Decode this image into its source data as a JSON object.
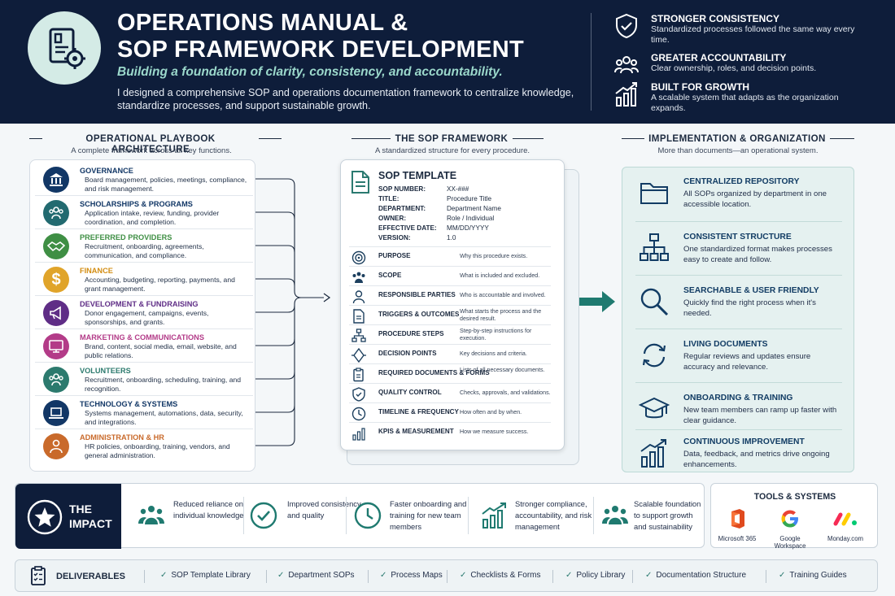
{
  "header": {
    "title_line1": "Operations Manual &",
    "title_line2": "SOP Framework Development",
    "tagline": "Building a foundation of clarity, consistency, and accountability.",
    "description": "I designed a comprehensive SOP and operations documentation framework to centralize knowledge, standardize processes, and support sustainable growth.",
    "benefits": [
      {
        "icon": "shield-check-icon",
        "title": "Stronger Consistency",
        "desc": "Standardized processes followed the same way every time."
      },
      {
        "icon": "people-group-icon",
        "title": "Greater Accountability",
        "desc": "Clear ownership, roles, and decision points."
      },
      {
        "icon": "growth-chart-icon",
        "title": "Built for Growth",
        "desc": "A scalable system that adapts as the organization expands."
      }
    ]
  },
  "architecture": {
    "title": "Operational Playbook Architecture",
    "subtitle": "A complete framework across all key functions.",
    "items": [
      {
        "icon": "bank-icon",
        "color": "#123766",
        "title": "Governance",
        "desc": "Board management, policies, meetings, compliance, and risk management."
      },
      {
        "icon": "people-icon",
        "color": "#226a70",
        "title": "Scholarships & Programs",
        "desc": "Application intake, review, funding, provider coordination, and completion."
      },
      {
        "icon": "handshake-icon",
        "color": "#3f8f44",
        "title": "Preferred Providers",
        "desc": "Recruitment, onboarding, agreements, communication, and compliance."
      },
      {
        "icon": "dollar-icon",
        "color": "#e0a42a",
        "title": "Finance",
        "desc": "Accounting, budgeting, reporting, payments, and grant management."
      },
      {
        "icon": "megaphone-icon",
        "color": "#5f2d86",
        "title": "Development & Fundraising",
        "desc": "Donor engagement, campaigns, events, sponsorships, and grants."
      },
      {
        "icon": "monitor-icon",
        "color": "#b33b88",
        "title": "Marketing & Communications",
        "desc": "Brand, content, social media, email, website, and public relations."
      },
      {
        "icon": "volunteers-icon",
        "color": "#2c7a6e",
        "title": "Volunteers",
        "desc": "Recruitment, onboarding, scheduling, training, and recognition."
      },
      {
        "icon": "laptop-icon",
        "color": "#123766",
        "title": "Technology & Systems",
        "desc": "Systems management, automations, data, security, and integrations."
      },
      {
        "icon": "person-icon",
        "color": "#c96a2b",
        "title": "Administration & HR",
        "desc": "HR policies, onboarding, training, vendors, and general administration."
      }
    ]
  },
  "sop": {
    "title": "The SOP Framework",
    "subtitle": "A standardized structure for every procedure.",
    "template_title": "SOP Template",
    "meta": [
      {
        "key": "SOP Number:",
        "value": "XX-###"
      },
      {
        "key": "Title:",
        "value": "Procedure Title"
      },
      {
        "key": "Department:",
        "value": "Department Name"
      },
      {
        "key": "Owner:",
        "value": "Role / Individual"
      },
      {
        "key": "Effective Date:",
        "value": "MM/DD/YYYY"
      },
      {
        "key": "Version:",
        "value": "1.0"
      }
    ],
    "sections": [
      {
        "icon": "target-icon",
        "title": "Purpose",
        "desc": "Why this procedure exists."
      },
      {
        "icon": "group-icon",
        "title": "Scope",
        "desc": "What is included and excluded."
      },
      {
        "icon": "user-icon",
        "title": "Responsible Parties",
        "desc": "Who is accountable and involved."
      },
      {
        "icon": "document-icon",
        "title": "Triggers & Outcomes",
        "desc": "What starts the process and the desired result."
      },
      {
        "icon": "flowchart-icon",
        "title": "Procedure Steps",
        "desc": "Step-by-step instructions for execution."
      },
      {
        "icon": "diamond-icon",
        "title": "Decision Points",
        "desc": "Key decisions and criteria."
      },
      {
        "icon": "clipboard-icon",
        "title": "Required Documents & Forms",
        "desc": "Lists of all necessary documents."
      },
      {
        "icon": "shield-icon",
        "title": "Quality Control",
        "desc": "Checks, approvals, and validations."
      },
      {
        "icon": "clock-icon",
        "title": "Timeline & Frequency",
        "desc": "How often and by when."
      },
      {
        "icon": "bar-chart-icon",
        "title": "KPIs & Measurement",
        "desc": "How we measure success."
      }
    ]
  },
  "implementation": {
    "title": "Implementation & Organization",
    "subtitle": "More than documents—an operational system.",
    "items": [
      {
        "icon": "folder-icon",
        "title": "Centralized Repository",
        "desc": "All SOPs organized by department in one accessible location."
      },
      {
        "icon": "hierarchy-icon",
        "title": "Consistent Structure",
        "desc": "One standardized format makes processes easy to create and follow."
      },
      {
        "icon": "search-icon",
        "title": "Searchable & User Friendly",
        "desc": "Quickly find the right process when it's needed."
      },
      {
        "icon": "refresh-icon",
        "title": "Living Documents",
        "desc": "Regular reviews and updates ensure accuracy and relevance."
      },
      {
        "icon": "graduation-cap-icon",
        "title": "Onboarding & Training",
        "desc": "New team members can ramp up faster with clear guidance."
      },
      {
        "icon": "growth-icon",
        "title": "Continuous Improvement",
        "desc": "Data, feedback, and metrics drive ongoing enhancements."
      }
    ]
  },
  "impact": {
    "label_line1": "The",
    "label_line2": "Impact",
    "items": [
      {
        "icon": "team-icon",
        "desc": "Reduced reliance on individual knowledge"
      },
      {
        "icon": "check-circle-icon",
        "desc": "Improved consistency and quality"
      },
      {
        "icon": "clock-icon",
        "desc": "Faster onboarding and training for new team members"
      },
      {
        "icon": "trend-chart-icon",
        "desc": "Stronger compliance, accountability, and risk management"
      },
      {
        "icon": "team-growth-icon",
        "desc": "Scalable foundation to support growth and sustainability"
      }
    ]
  },
  "tools": {
    "title": "Tools & Systems",
    "items": [
      {
        "icon": "microsoft-365-logo",
        "label": "Microsoft 365"
      },
      {
        "icon": "google-logo",
        "label": "Google Workspace"
      },
      {
        "icon": "monday-logo",
        "label": "Monday.com"
      }
    ]
  },
  "deliverables": {
    "title": "Deliverables",
    "items": [
      "SOP Template Library",
      "Department SOPs",
      "Process Maps",
      "Checklists & Forms",
      "Policy Library",
      "Documentation Structure",
      "Training Guides"
    ]
  },
  "colors": {
    "navy": "#0e1d3a",
    "teal": "#2b7a70",
    "mint": "#9bd8cb"
  }
}
